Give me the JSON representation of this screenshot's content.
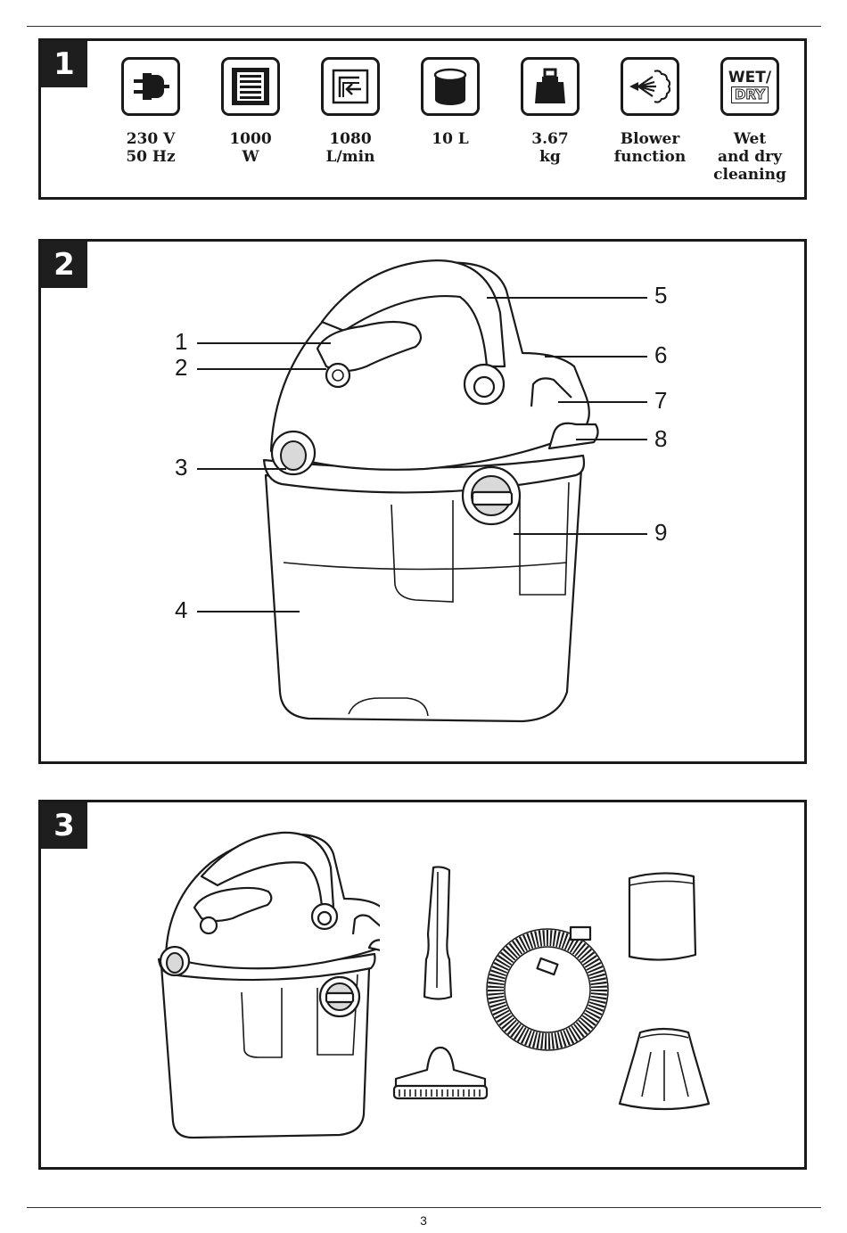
{
  "section1": {
    "badge": "1",
    "specs": [
      {
        "icon": "power-plug-icon",
        "label": "230 V\n50 Hz"
      },
      {
        "icon": "motor-icon",
        "label": "1000\nW"
      },
      {
        "icon": "airflow-icon",
        "label": "1080\nL/min"
      },
      {
        "icon": "container-icon",
        "label": "10 L"
      },
      {
        "icon": "weight-icon",
        "label": "3.67\nkg"
      },
      {
        "icon": "blower-icon",
        "label": "Blower\nfunction"
      },
      {
        "icon": "wet-dry-icon",
        "label": "Wet\nand dry\ncleaning",
        "icon_text_top": "WET/",
        "icon_text_bottom": "DRY"
      }
    ]
  },
  "section2": {
    "badge": "2",
    "callouts": [
      "1",
      "2",
      "3",
      "4",
      "5",
      "6",
      "7",
      "8",
      "9"
    ]
  },
  "section3": {
    "badge": "3"
  },
  "page_number": "3"
}
